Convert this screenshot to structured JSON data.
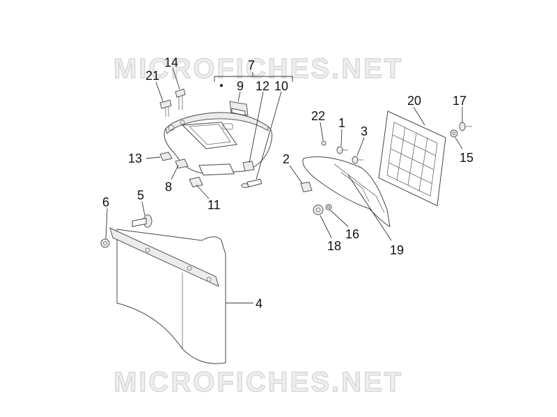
{
  "watermark": {
    "text": "MICROFICHES.NET"
  },
  "callouts": [
    "7",
    "14",
    "21",
    "9",
    "12",
    "10",
    "13",
    "8",
    "11",
    "6",
    "5",
    "4",
    "22",
    "1",
    "3",
    "2",
    "20",
    "17",
    "15",
    "16",
    "18",
    "19"
  ]
}
